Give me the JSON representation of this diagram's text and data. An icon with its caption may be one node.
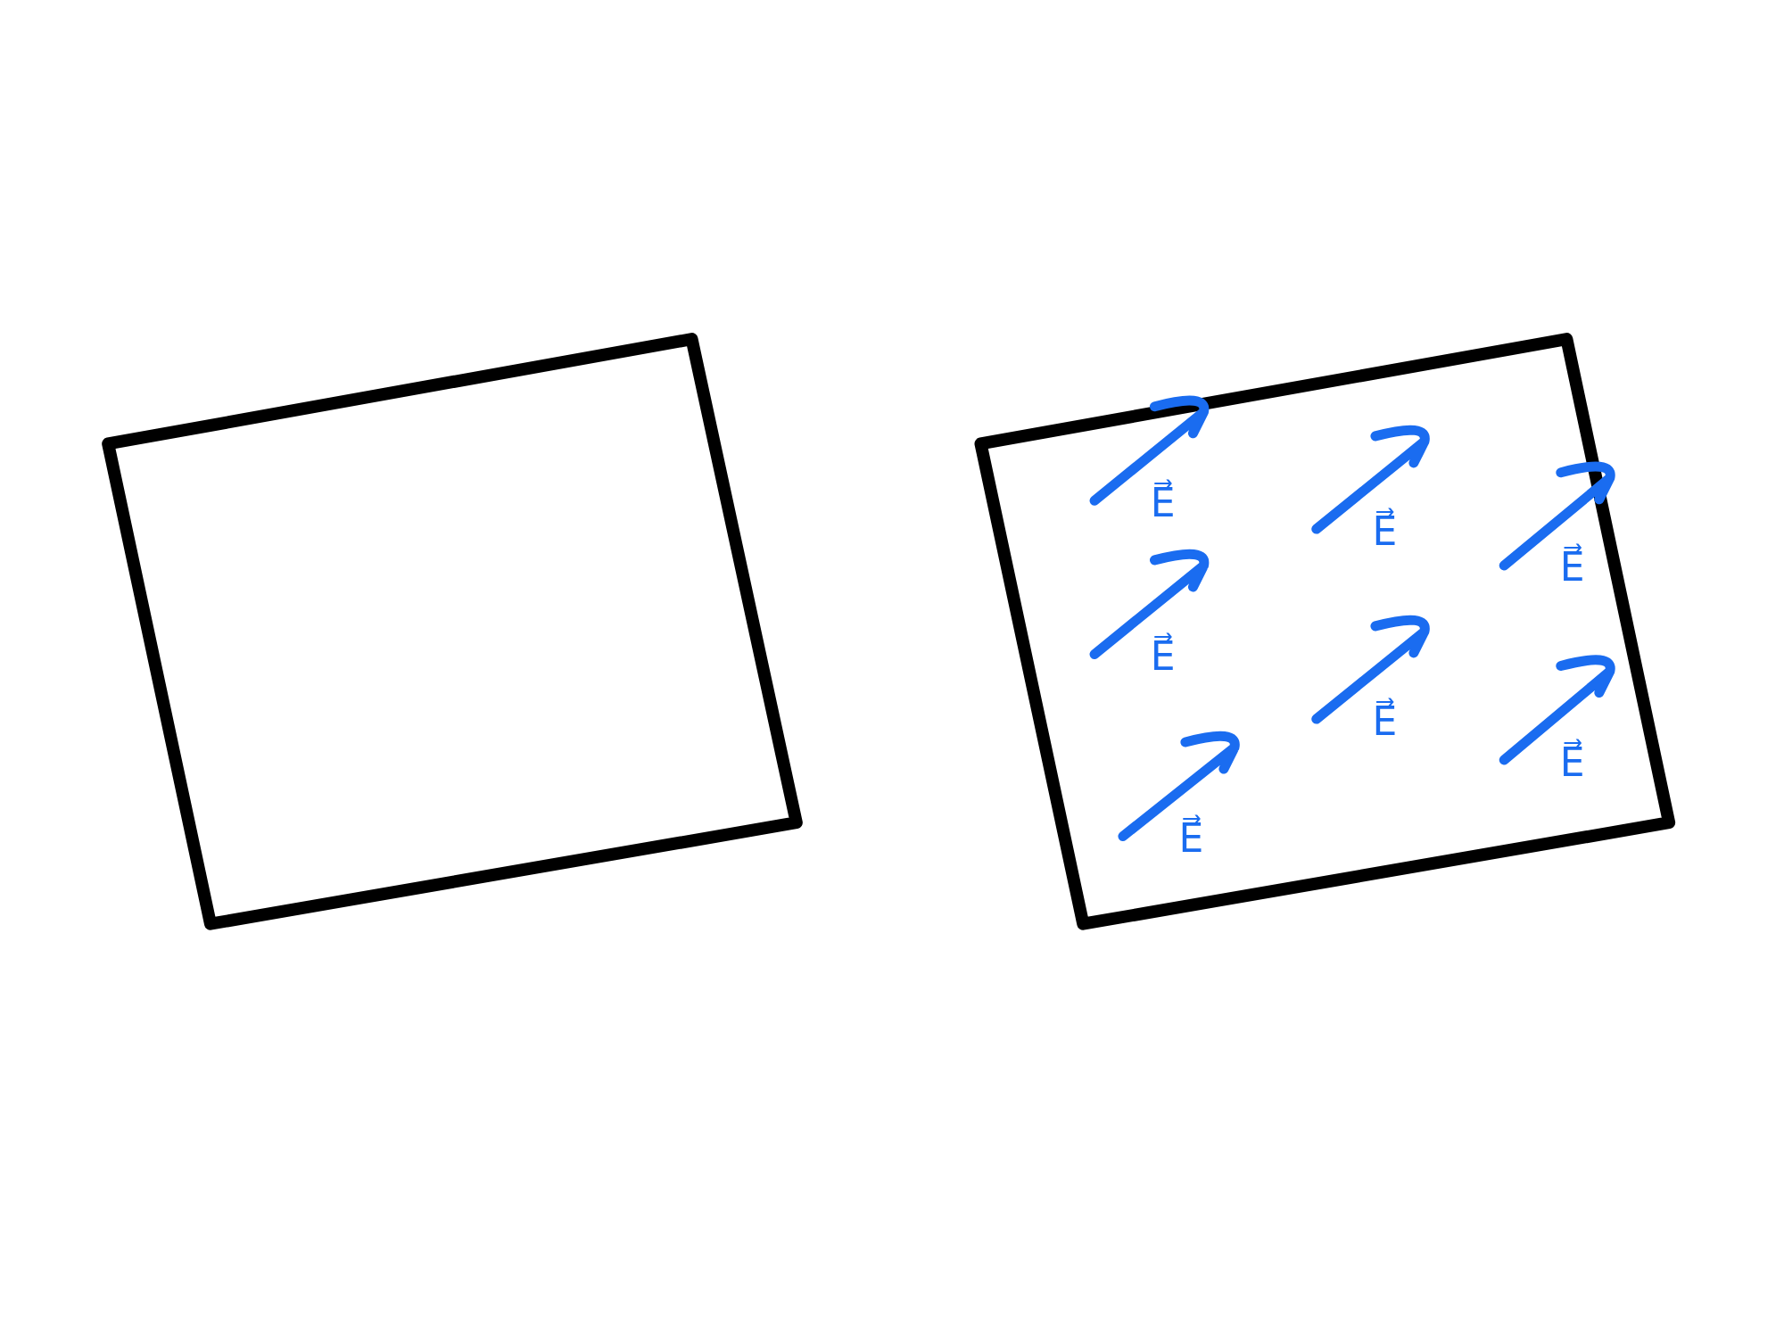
{
  "diagram": {
    "nodes": [
      {
        "text": [],
        "shape": "box"
      },
      {
        "text": [],
        "shape": "box"
      }
    ],
    "labels": [
      "E⃗",
      "E⃗",
      "E⃗",
      "E⃗",
      "E⃗",
      "E⃗",
      "E⃗"
    ]
  }
}
